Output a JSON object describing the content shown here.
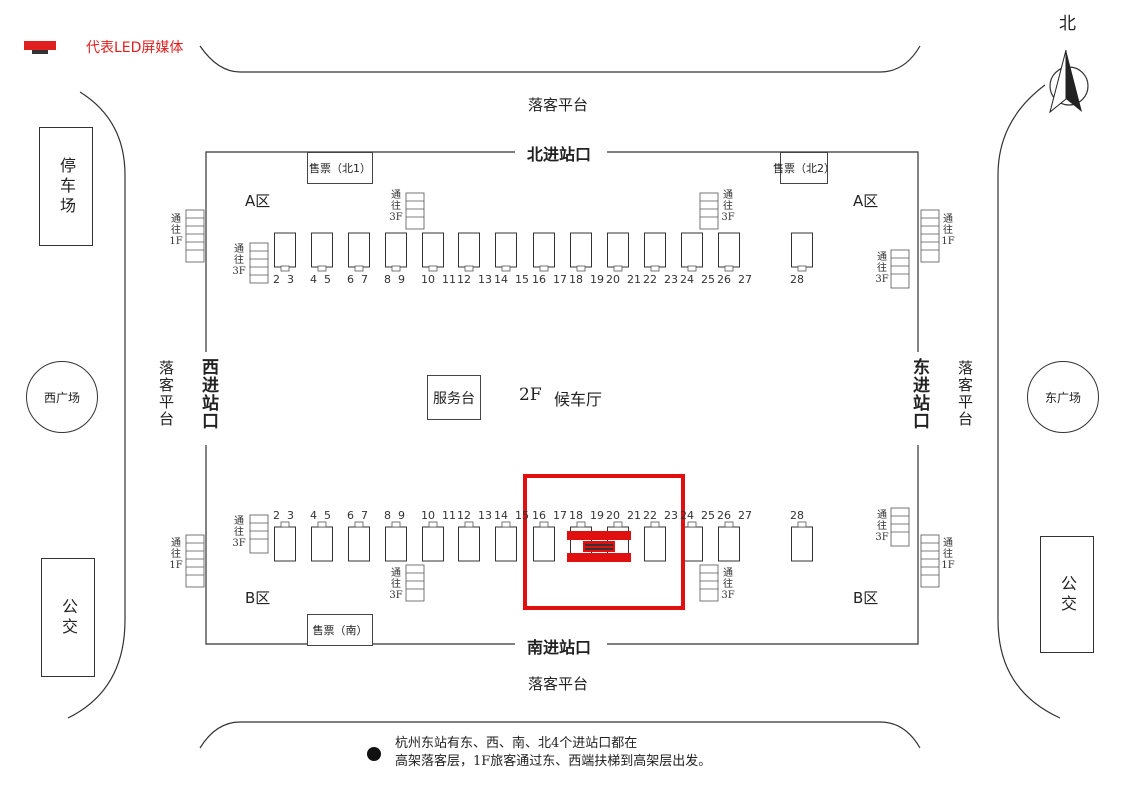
{
  "legend": {
    "label": "代表LED屏媒体",
    "color": "#e02020"
  },
  "compass": {
    "label": "北"
  },
  "hall": {
    "level": "2F",
    "name": "候车厅"
  },
  "service": {
    "label": "服务台"
  },
  "entrances": {
    "north": "北进站口",
    "south": "南进站口",
    "west": "西进站口",
    "east": "东进站口"
  },
  "platforms": {
    "north": "落客平台",
    "south": "落客平台",
    "west": "落客平台",
    "east": "落客平台"
  },
  "plazas": {
    "west": "西广场",
    "east": "东广场"
  },
  "parking": "停车场",
  "bus": "公交",
  "zones": {
    "a_left": "A区",
    "a_right": "A区",
    "b_left": "B区",
    "b_right": "B区"
  },
  "tickets": {
    "north1": "售票（北1）",
    "north2": "售票（北2）",
    "south": "售票（南）"
  },
  "stairs": {
    "to1f": "通往1F",
    "to3f": "通往3F"
  },
  "north_gates": [
    "2  3",
    "4  5",
    "6  7",
    "8  9",
    "10  11",
    "12  13",
    "14  15",
    "16  17",
    "18  19",
    "20  21",
    "22  23",
    "24  25",
    "26  27",
    "28"
  ],
  "south_gates": [
    "2  3",
    "4  5",
    "6  7",
    "8  9",
    "10  11",
    "12  13",
    "14  15",
    "16  17",
    "18  19",
    "20  21",
    "22  23",
    "24  25",
    "26  27",
    "28"
  ],
  "highlight_color": "#e01010",
  "note": {
    "line1": "杭州东站有东、西、南、北4个进站口都在",
    "line2": "高架落客层，1F旅客通过东、西端扶梯到高架层出发。"
  }
}
